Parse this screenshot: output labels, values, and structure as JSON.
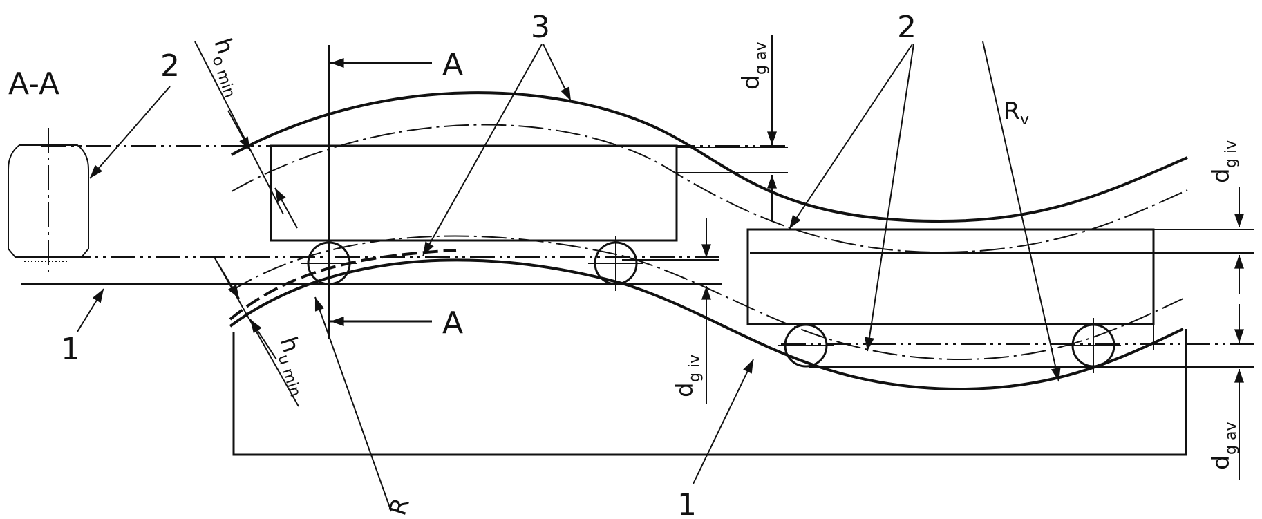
{
  "labels": {
    "section_title": "A-A",
    "section_mark_top": "A",
    "section_mark_bottom": "A",
    "callout_1_left": "1",
    "callout_1_bottom": "1",
    "callout_2_left": "2",
    "callout_2_right": "2",
    "callout_3": "3",
    "h_o_min": {
      "main": "h",
      "sub": "o min"
    },
    "h_u_min": {
      "main": "h",
      "sub": "u min"
    },
    "d_g_av_top": {
      "main": "d",
      "sub": "g av"
    },
    "d_g_iv_mid": {
      "main": "d",
      "sub": "g iv"
    },
    "d_g_iv_right": {
      "main": "d",
      "sub": "g iv"
    },
    "d_g_av_right": {
      "main": "d",
      "sub": "g av"
    },
    "R_v": {
      "main": "R",
      "sub": "v"
    },
    "R_bottom": {
      "main": "R",
      "sub": ""
    }
  }
}
